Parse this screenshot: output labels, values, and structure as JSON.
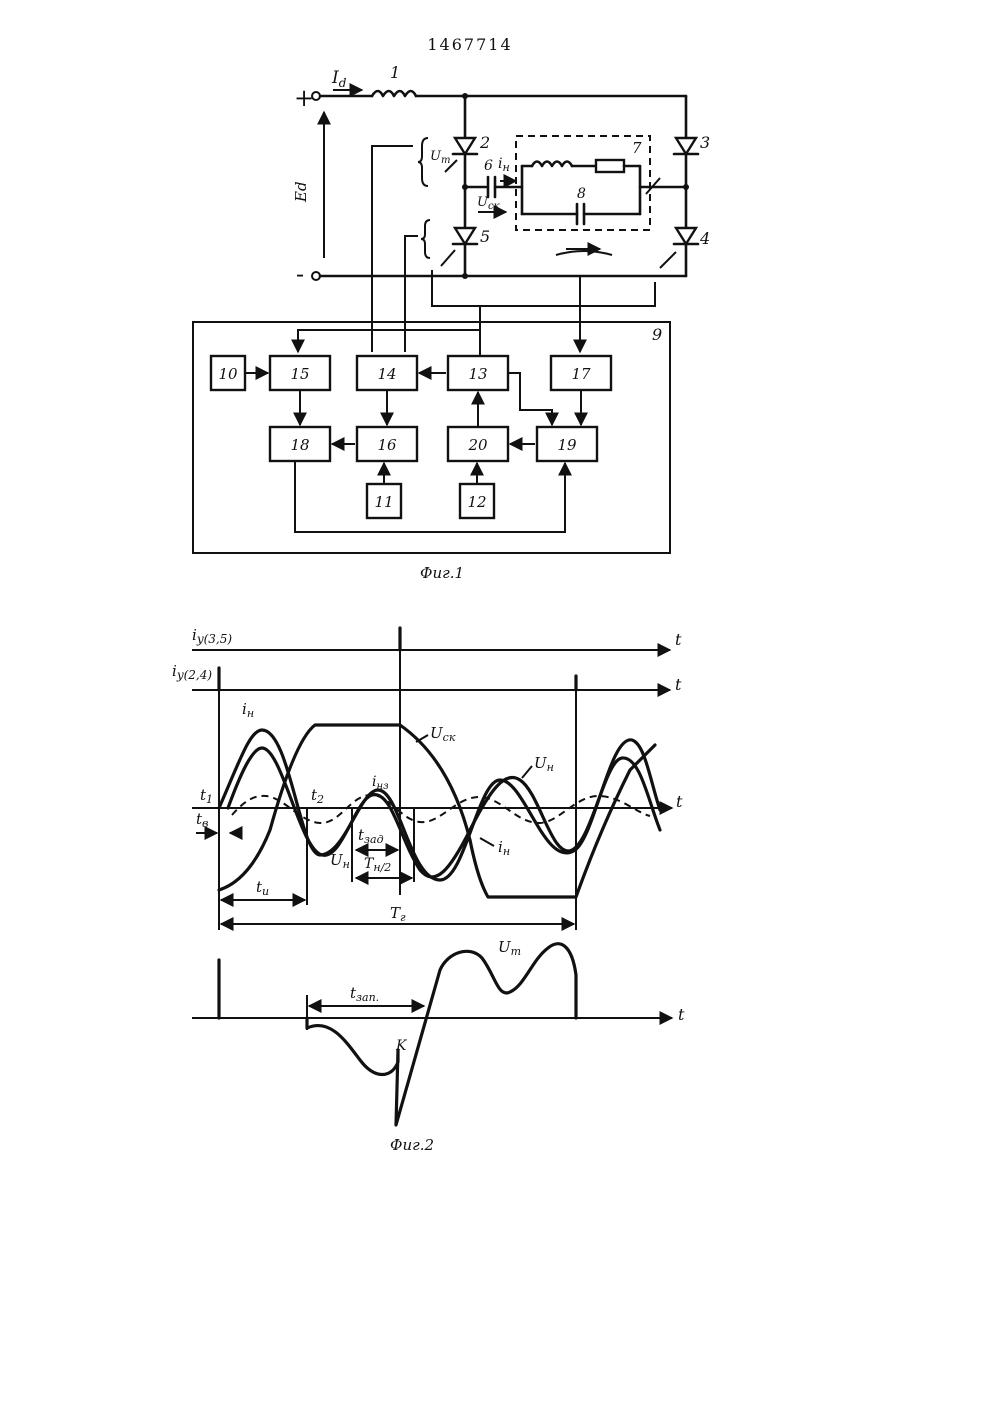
{
  "patent_number": "1467714",
  "fig1": {
    "caption": "Фиг.1",
    "labels": {
      "current_id": "I",
      "current_id_sub": "d",
      "voltage_ed": "Ed",
      "plus": "+",
      "minus": "-",
      "ut_mark": "U",
      "ut_sub": "т",
      "cap6_label": "6",
      "load_current": "i",
      "load_current_sub": "н",
      "cap_voltage": "U",
      "cap_voltage_sub": "ск"
    },
    "components": {
      "inductor": "1",
      "thyristor_2": "2",
      "thyristor_3": "3",
      "thyristor_4": "4",
      "thyristor_5": "5",
      "load": "7",
      "capacitor_8": "8",
      "control_unit": "9"
    },
    "blocks": [
      "10",
      "15",
      "14",
      "13",
      "17",
      "18",
      "16",
      "20",
      "19",
      "11",
      "12"
    ]
  },
  "fig2": {
    "caption": "Фиг.2",
    "axis_t": "t",
    "signals": {
      "iy35": "i",
      "iy35_sub": "y(3,5)",
      "iy24": "i",
      "iy24_sub": "y(2,4)",
      "in_top": "i",
      "in_top_sub": "н",
      "usk": "U",
      "usk_sub": "ск",
      "inz": "i",
      "inz_sub": "нз",
      "un_right": "U",
      "un_right_sub": "н",
      "in_bottom": "i",
      "in_bottom_sub": "н",
      "un_bottom": "U",
      "un_bottom_sub": "н",
      "ut": "U",
      "ut_sub": "т",
      "k_point": "K"
    },
    "times": {
      "t1": "t",
      "t1_sub": "1",
      "t2": "t",
      "t2_sub": "2",
      "tv": "t",
      "tv_sub": "в",
      "tu": "t",
      "tu_sub": "u",
      "tzad": "t",
      "tzad_sub": "зад",
      "tn2": "T",
      "tn2_sub": "н/2",
      "tg": "T",
      "tg_sub": "г",
      "tzap": "t",
      "tzap_sub": "зап."
    }
  }
}
